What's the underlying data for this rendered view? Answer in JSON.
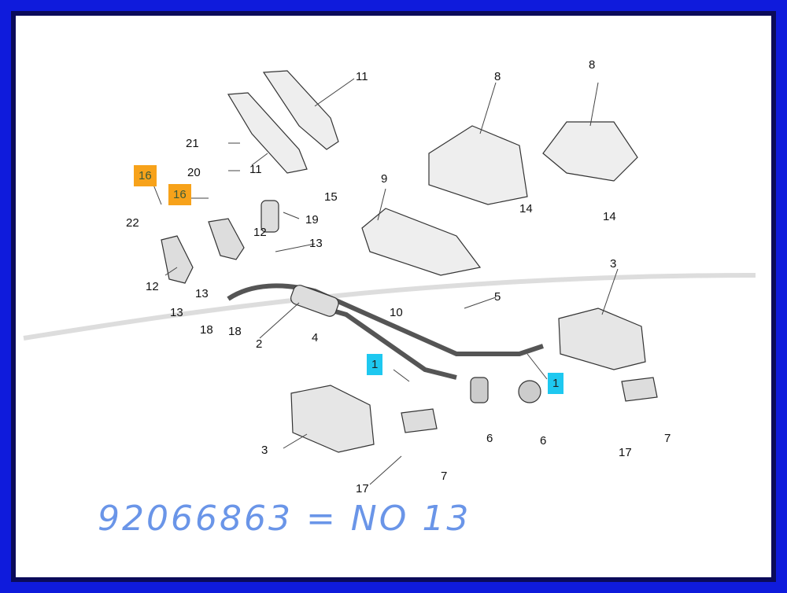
{
  "diagram": {
    "callouts": [
      "11",
      "11",
      "21",
      "20",
      "15",
      "8",
      "8",
      "9",
      "14",
      "14",
      "16",
      "16",
      "22",
      "19",
      "12",
      "12",
      "13",
      "13",
      "13",
      "18",
      "18",
      "2",
      "10",
      "5",
      "3",
      "3",
      "4",
      "1",
      "1",
      "6",
      "6",
      "7",
      "7",
      "17",
      "17"
    ],
    "caption": "92066863 = NO 13",
    "colors": {
      "border": "#0f1bdc",
      "highlight_orange": "#f7a21a",
      "highlight_cyan": "#1ec8f0",
      "caption": "#6a95e8"
    }
  }
}
